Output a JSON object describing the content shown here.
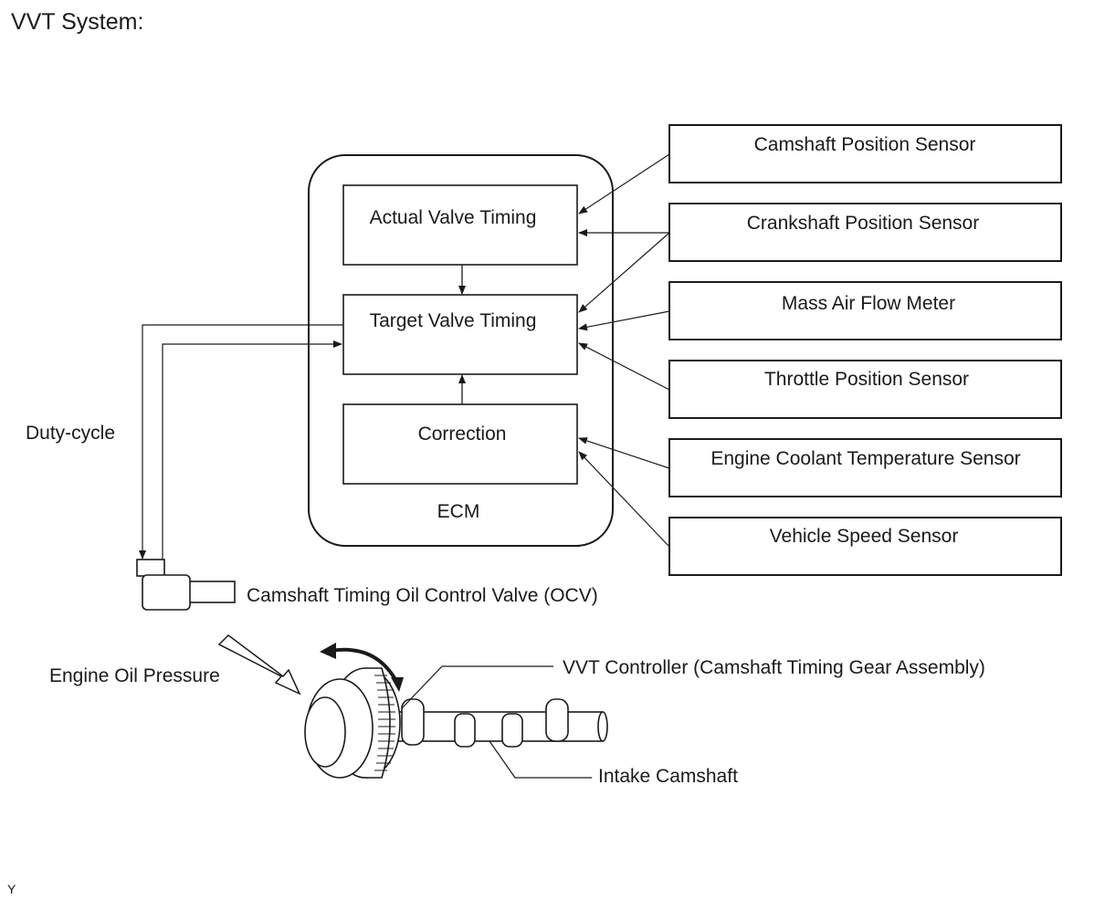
{
  "title": "VVT System:",
  "footer": "Y",
  "ecm": {
    "label": "ECM",
    "blocks": {
      "actual": "Actual Valve Timing",
      "target": "Target Valve Timing",
      "correction": "Correction"
    }
  },
  "sensors": [
    {
      "label": "Camshaft Position Sensor"
    },
    {
      "label": "Crankshaft Position Sensor"
    },
    {
      "label": "Mass Air Flow Meter"
    },
    {
      "label": "Throttle Position Sensor"
    },
    {
      "label": "Engine Coolant Temperature Sensor"
    },
    {
      "label": "Vehicle Speed Sensor"
    }
  ],
  "signals": {
    "duty_cycle": "Duty-cycle",
    "ocv": "Camshaft Timing Oil Control Valve (OCV)",
    "oil_pressure": "Engine Oil Pressure",
    "vvt_controller": "VVT Controller (Camshaft Timing Gear Assembly)",
    "camshaft": "Intake Camshaft"
  }
}
